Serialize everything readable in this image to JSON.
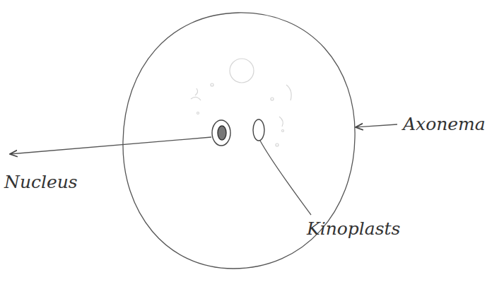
{
  "diagram": {
    "labels": [
      "Nucleus",
      "Kinoplasts",
      "Axonema"
    ]
  }
}
